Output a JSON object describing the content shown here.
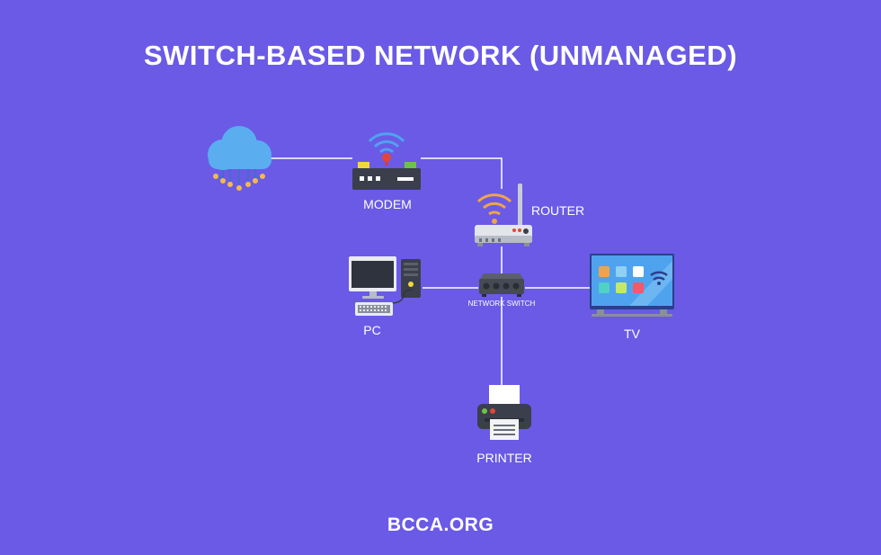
{
  "title": "SWITCH-BASED NETWORK (UNMANAGED)",
  "footer": "BCCA.ORG",
  "labels": {
    "modem": "MODEM",
    "router": "ROUTER",
    "switch": "NETWORK SWITCH",
    "pc": "PC",
    "tv": "TV",
    "printer": "PRINTER"
  },
  "colors": {
    "background": "#6a5ae6",
    "cloud": "#5aaef0",
    "wifi_blue": "#4fa3ee",
    "wifi_orange": "#f0a44a",
    "link_line": "#ffffff"
  },
  "icons": [
    "cloud-icon",
    "modem-icon",
    "router-icon",
    "switch-icon",
    "pc-icon",
    "tv-icon",
    "printer-icon"
  ]
}
